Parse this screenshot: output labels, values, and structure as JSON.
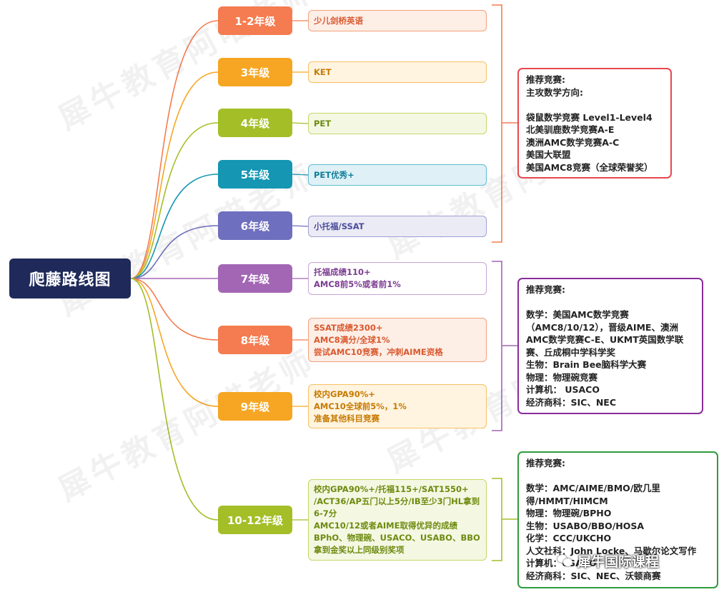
{
  "root": {
    "title": "爬藤路线图"
  },
  "watermark_text": "犀牛教育阿喵老师",
  "grades": [
    {
      "label": "1-2年级",
      "color": "#f47c50",
      "desc_bg": "#fdeee6",
      "desc_border": "#f4a07c",
      "desc": [
        "少儿剑桥英语"
      ]
    },
    {
      "label": "3年级",
      "color": "#f6a623",
      "desc_bg": "#fff4e0",
      "desc_border": "#f6c163",
      "desc": [
        "KET"
      ]
    },
    {
      "label": "4年级",
      "color": "#a4be28",
      "desc_bg": "#f4f8e2",
      "desc_border": "#c4d766",
      "desc": [
        "PET"
      ]
    },
    {
      "label": "5年级",
      "color": "#1596b3",
      "desc_bg": "#dff1f6",
      "desc_border": "#5fbcd2",
      "desc": [
        "PET优秀+"
      ]
    },
    {
      "label": "6年级",
      "color": "#6f6fbf",
      "desc_bg": "#ebebf6",
      "desc_border": "#9f9fd3",
      "desc": [
        "小托福/SSAT"
      ]
    },
    {
      "label": "7年级",
      "color": "#a266b5",
      "desc_bg": "#ffffff",
      "desc_border": "#c9a3d5",
      "desc": [
        "托福成绩110+",
        "AMC8前5%或者前1%"
      ]
    },
    {
      "label": "8年级",
      "color": "#f47c50",
      "desc_bg": "#fdeee6",
      "desc_border": "#f4a07c",
      "desc": [
        "SSAT成绩2300+",
        "AMC8满分/全球1%",
        "尝试AMC10竞赛，冲刺AIME资格"
      ]
    },
    {
      "label": "9年级",
      "color": "#f6a623",
      "desc_bg": "#fff4e0",
      "desc_border": "#f6c163",
      "desc": [
        "校内GPA90%+",
        "AMC10全球前5%，1%",
        "准备其他科目竞赛"
      ]
    },
    {
      "label": "10-12年级",
      "color": "#a4be28",
      "desc_bg": "#f4f8e2",
      "desc_border": "#c4d766",
      "desc": [
        "校内GPA90%+/托福115+/SAT1550+",
        "/ACT36/AP五门以上5分/IB至少3门HL拿到",
        "6-7分",
        "AMC10/12或者AIME取得优异的成绩",
        "BPhO、物理碗、USACO、USABO、BBO",
        "拿到金奖以上同级别奖项"
      ]
    }
  ],
  "panels": [
    {
      "border": "#e8474f",
      "lines": [
        "推荐竞赛:",
        "主攻数学方向:",
        "",
        "袋鼠数学竞赛 Level1-Level4",
        "北美驯鹿数学竞赛A-E",
        "澳洲AMC数学竞赛A-C",
        "美国大联盟",
        "美国AMC8竞赛（全球荣誉奖）"
      ]
    },
    {
      "border": "#8a2c9c",
      "lines": [
        "推荐竞赛:",
        "",
        "数学：美国AMC数学竞赛",
        "（AMC8/10/12），晋级AIME、澳洲",
        "AMC数学竞赛C-E、UKMT英国数学联",
        "赛、丘成桐中学科学奖",
        "生物：Brain Bee脑科学大赛",
        "物理：物理碗竞赛",
        "计算机： USACO",
        "经济商科：SIC、NEC"
      ]
    },
    {
      "border": "#2e9c3c",
      "lines": [
        "推荐竞赛:",
        "",
        "数学：AMC/AIME/BMO/欧几里",
        "得/HMMT/HIMCM",
        "物理：物理碗/BPHO",
        "生物：USABO/BBO/HOSA",
        "化学：CCC/UKCHO",
        "人文社科：John Locke、马歇尔论文写作",
        "计算机：USACO",
        "经济商科：SIC、NEC、沃顿商赛"
      ]
    }
  ],
  "bracket_colors": [
    "#f47c50",
    "#a266b5",
    "#a4be28"
  ],
  "wechat": {
    "label": "犀牛国际课程"
  }
}
